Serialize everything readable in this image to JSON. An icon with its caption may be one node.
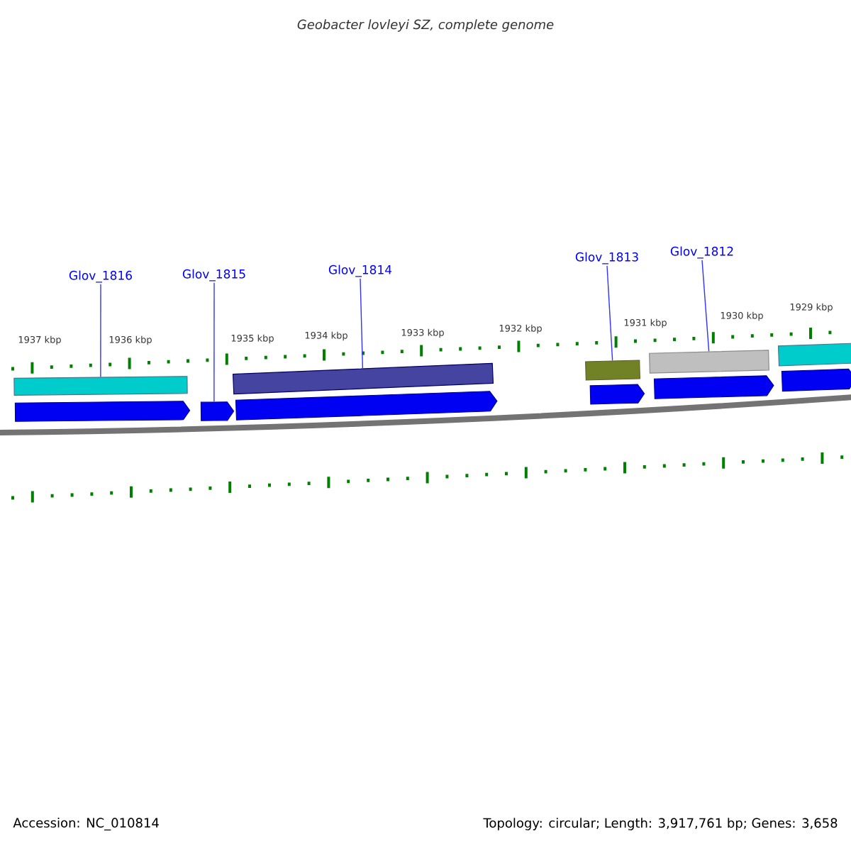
{
  "diagram": {
    "title": "Geobacter lovleyi SZ, complete genome",
    "nodes": [
      {
        "text": [
          "Glov_1816"
        ]
      },
      {
        "text": [
          "Glov_1815"
        ]
      },
      {
        "text": [
          "Glov_1814"
        ]
      },
      {
        "text": [
          "Glov_1813"
        ]
      },
      {
        "text": [
          "Glov_1812"
        ]
      },
      {
        "text": [],
        "shape": "bar"
      },
      {
        "text": [],
        "shape": "bar"
      },
      {
        "text": [],
        "shape": "bar"
      },
      {
        "text": [],
        "shape": "bar"
      },
      {
        "text": [],
        "shape": "bar"
      },
      {
        "text": [],
        "shape": "arrow"
      },
      {
        "text": [],
        "shape": "arrow"
      },
      {
        "text": [],
        "shape": "arrow"
      },
      {
        "text": [],
        "shape": "arrow"
      },
      {
        "text": [],
        "shape": "arrow"
      },
      {
        "text": [],
        "shape": "arrow"
      }
    ],
    "edges": [
      {
        "from": 0,
        "to": 5,
        "arrow": "none"
      },
      {
        "from": 1,
        "to": 11,
        "arrow": "none"
      },
      {
        "from": 2,
        "to": 6,
        "arrow": "none"
      },
      {
        "from": 3,
        "to": 7,
        "arrow": "none"
      },
      {
        "from": 4,
        "to": 8,
        "arrow": "none"
      }
    ],
    "labels": [
      "1937 kbp",
      "1936 kbp",
      "1935 kbp",
      "1934 kbp",
      "1933 kbp",
      "1932 kbp",
      "1931 kbp",
      "1930 kbp",
      "1929 kbp",
      "Accession: NC_010814",
      "Topology: circular; Length: 3,917,761 bp; Genes: 3,658"
    ]
  }
}
